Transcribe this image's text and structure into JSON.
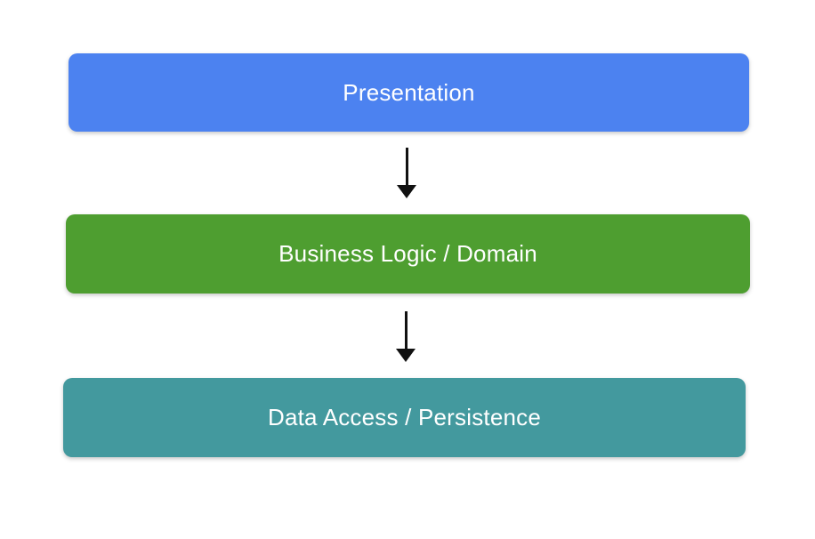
{
  "diagram": {
    "type": "layered-architecture",
    "background": "#FFFFFF",
    "layers": [
      {
        "label": "Presentation",
        "color": "#4C82F0",
        "text_color": "#FFFFFF"
      },
      {
        "label": "Business Logic / Domain",
        "color": "#4E9E30",
        "text_color": "#FFFFFF"
      },
      {
        "label": "Data Access / Persistence",
        "color": "#43999E",
        "text_color": "#FFFFFF"
      }
    ],
    "arrows": [
      {
        "from": "Presentation",
        "to": "Business Logic / Domain",
        "direction": "down",
        "color": "#111111"
      },
      {
        "from": "Business Logic / Domain",
        "to": "Data Access / Persistence",
        "direction": "down",
        "color": "#111111"
      }
    ]
  }
}
